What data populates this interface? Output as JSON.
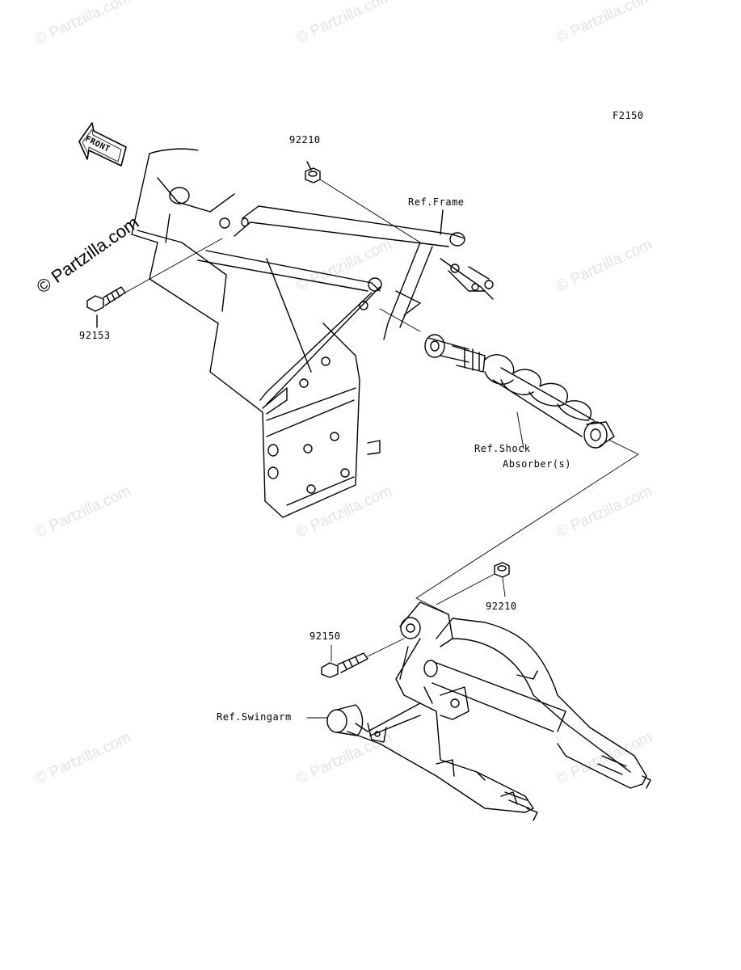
{
  "figure_code": "F2150",
  "front_label": "FRONT",
  "brand_watermark": "© Partzilla.com",
  "callouts": {
    "nut_upper": "92210",
    "bolt_upper": "92153",
    "ref_frame": "Ref.Frame",
    "ref_shock_line1": "Ref.Shock",
    "ref_shock_line2": "Absorber(s)",
    "nut_lower": "92210",
    "bolt_lower": "92150",
    "ref_swingarm": "Ref.Swingarm"
  }
}
